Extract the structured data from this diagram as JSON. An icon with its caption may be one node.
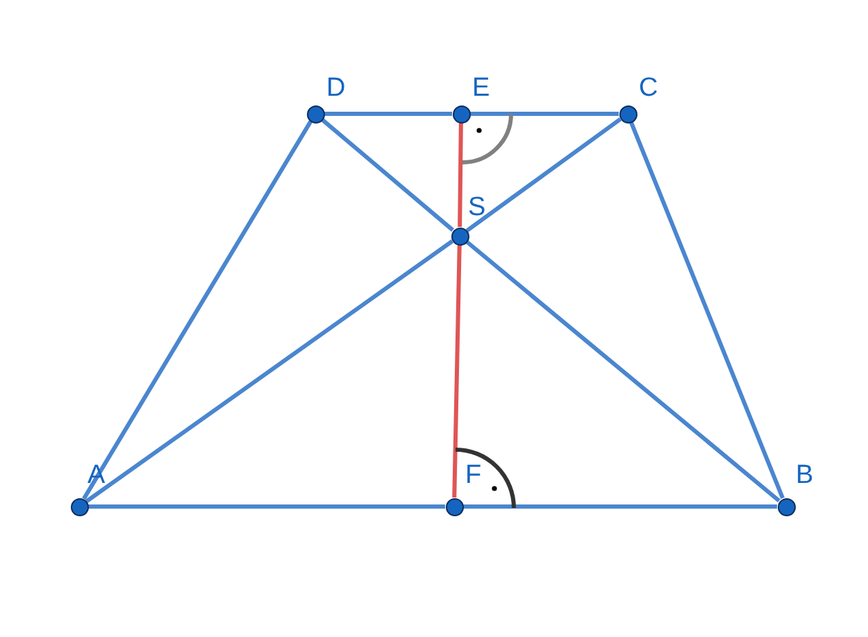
{
  "diagram": {
    "nodes": [
      {
        "text": [
          "D"
        ]
      },
      {
        "text": [
          "E"
        ]
      },
      {
        "text": [
          "C"
        ]
      },
      {
        "text": [
          "S"
        ]
      },
      {
        "text": [
          "A"
        ]
      },
      {
        "text": [
          "F"
        ]
      },
      {
        "text": [
          "B"
        ]
      }
    ],
    "edges": [
      {
        "from": 0,
        "to": 1,
        "arrow": "none"
      },
      {
        "from": 1,
        "to": 2,
        "arrow": "none"
      },
      {
        "from": 2,
        "to": 6,
        "arrow": "none"
      },
      {
        "from": 0,
        "to": 4,
        "arrow": "none"
      },
      {
        "from": 4,
        "to": 5,
        "arrow": "none"
      },
      {
        "from": 5,
        "to": 6,
        "arrow": "none"
      },
      {
        "from": 0,
        "to": 3,
        "arrow": "none"
      },
      {
        "from": 3,
        "to": 6,
        "arrow": "none"
      },
      {
        "from": 4,
        "to": 3,
        "arrow": "none"
      },
      {
        "from": 3,
        "to": 2,
        "arrow": "none"
      },
      {
        "from": 1,
        "to": 3,
        "arrow": "none",
        "color": "#e05555"
      },
      {
        "from": 3,
        "to": 5,
        "arrow": "none",
        "color": "#e05555"
      }
    ]
  }
}
